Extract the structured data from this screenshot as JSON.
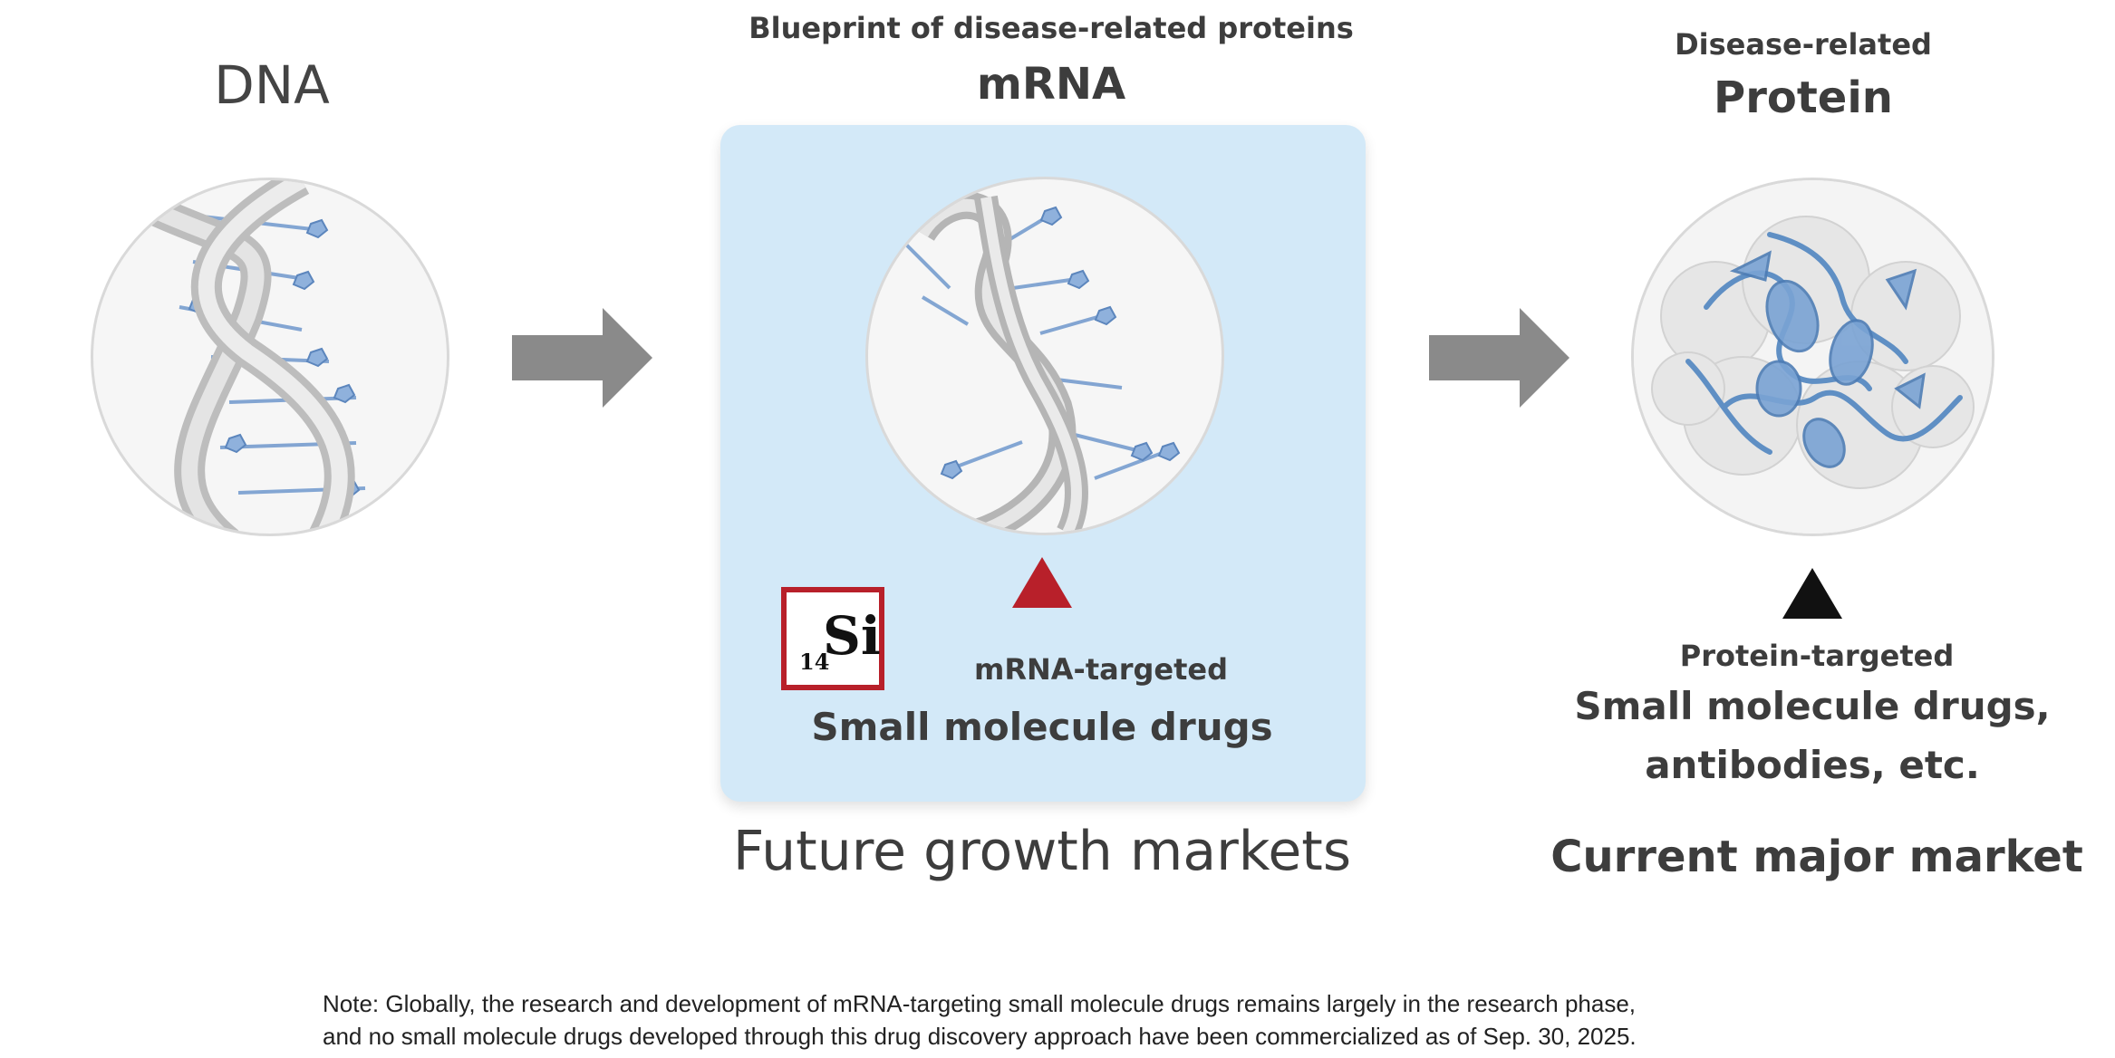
{
  "dna": {
    "title": "DNA"
  },
  "mrna": {
    "subtitle": "Blueprint of disease-related proteins",
    "title": "mRNA",
    "badge": {
      "number": "14",
      "symbol": "Si"
    },
    "target_label": "mRNA-targeted",
    "drug_label": "Small molecule drugs",
    "market_label": "Future growth markets"
  },
  "protein": {
    "subtitle": "Disease-related",
    "title": "Protein",
    "target_label": "Protein-targeted",
    "drug_line1": "Small molecule drugs,",
    "drug_line2": "antibodies, etc.",
    "market_label": "Current major market"
  },
  "note": {
    "line1": "Note: Globally, the research and development of mRNA-targeting small molecule drugs remains largely in the research phase,",
    "line2": "and no small molecule drugs developed through this drug discovery approach have been commercialized as of Sep. 30, 2025."
  },
  "colors": {
    "panel": "#d3e9f8",
    "arrow": "#8a8a8a",
    "triangle_red": "#b8202a",
    "triangle_black": "#111111",
    "helix": "#cfcfcf",
    "base": "#6f98cc"
  }
}
